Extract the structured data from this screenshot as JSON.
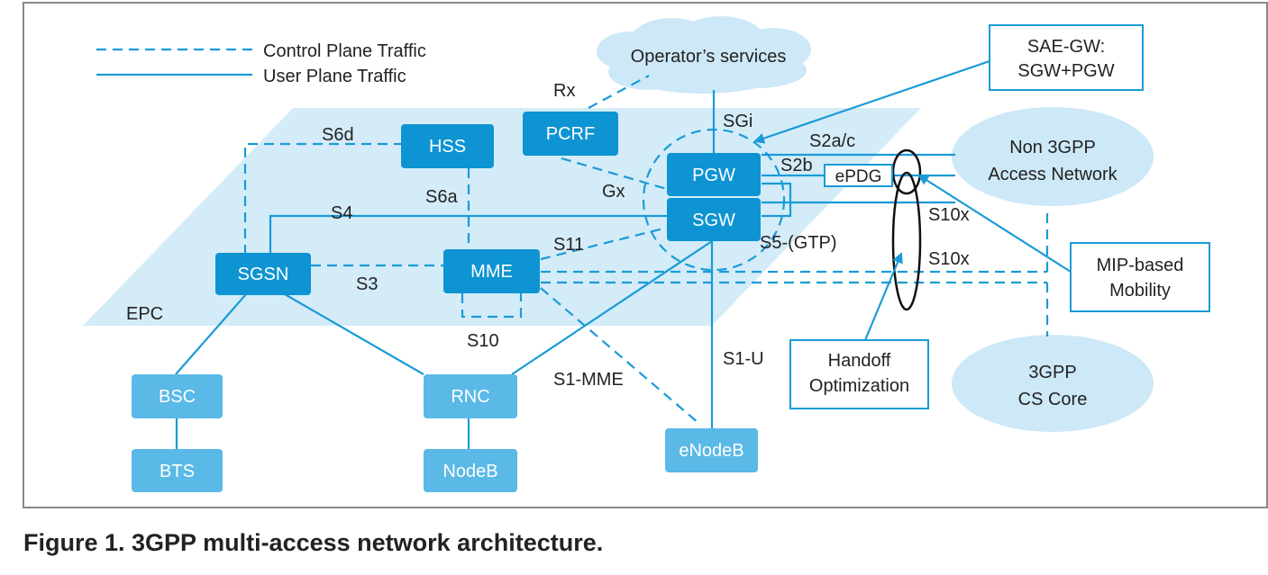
{
  "caption": "Figure 1. 3GPP multi-access network architecture.",
  "legend": {
    "control_plane": "Control Plane Traffic",
    "user_plane": "User Plane Traffic"
  },
  "colors": {
    "line": "#1a9bd7",
    "node_dark": "#0e94d2",
    "node_light": "#5ab9e6",
    "epc_plane": "#d4ecf8",
    "cloud": "#cde8f7",
    "border": "#888888",
    "text": "#222222"
  },
  "clouds": {
    "operator_services": "Operator’s services",
    "non3gpp_line1": "Non 3GPP",
    "non3gpp_line2": "Access Network",
    "cs_core_line1": "3GPP",
    "cs_core_line2": "CS Core"
  },
  "nodes": {
    "hss": "HSS",
    "pcrf": "PCRF",
    "pgw": "PGW",
    "sgw": "SGW",
    "sgsn": "SGSN",
    "mme": "MME",
    "bsc": "BSC",
    "bts": "BTS",
    "rnc": "RNC",
    "nodeb": "NodeB",
    "enodeb": "eNodeB",
    "epdg": "ePDG"
  },
  "boxes": {
    "saegw_line1": "SAE-GW:",
    "saegw_line2": "SGW+PGW",
    "mip_line1": "MIP-based",
    "mip_line2": "Mobility",
    "handoff_line1": "Handoff",
    "handoff_line2": "Optimization"
  },
  "interfaces": {
    "rx": "Rx",
    "sgi": "SGi",
    "s6d": "S6d",
    "s6a": "S6a",
    "gx": "Gx",
    "s4": "S4",
    "s11": "S11",
    "s3": "S3",
    "s10": "S10",
    "s1_mme": "S1-MME",
    "s1_u": "S1-U",
    "s5_gtp": "S5-(GTP)",
    "s2ac": "S2a/c",
    "s2b": "S2b",
    "s10x_1": "S10x",
    "s10x_2": "S10x"
  },
  "regions": {
    "epc": "EPC"
  }
}
